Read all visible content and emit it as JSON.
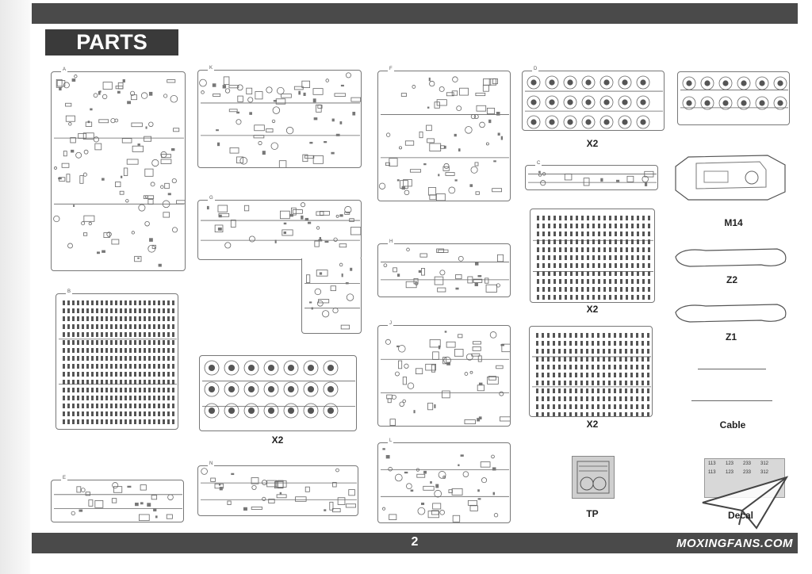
{
  "header": {
    "title": "PARTS"
  },
  "footer": {
    "page_number": "2",
    "site": "MOXINGFANS.COM"
  },
  "labels": {
    "x2_d": "X2",
    "m14": "M14",
    "z2": "Z2",
    "x2_tracks1": "X2",
    "z1": "Z1",
    "x2_wheels": "X2",
    "x2_tracks2": "X2",
    "cable": "Cable",
    "tp": "TP",
    "decal": "Decal"
  },
  "decal_numbers": [
    "113",
    "123",
    "233",
    "312",
    "113",
    "123",
    "233",
    "312"
  ]
}
